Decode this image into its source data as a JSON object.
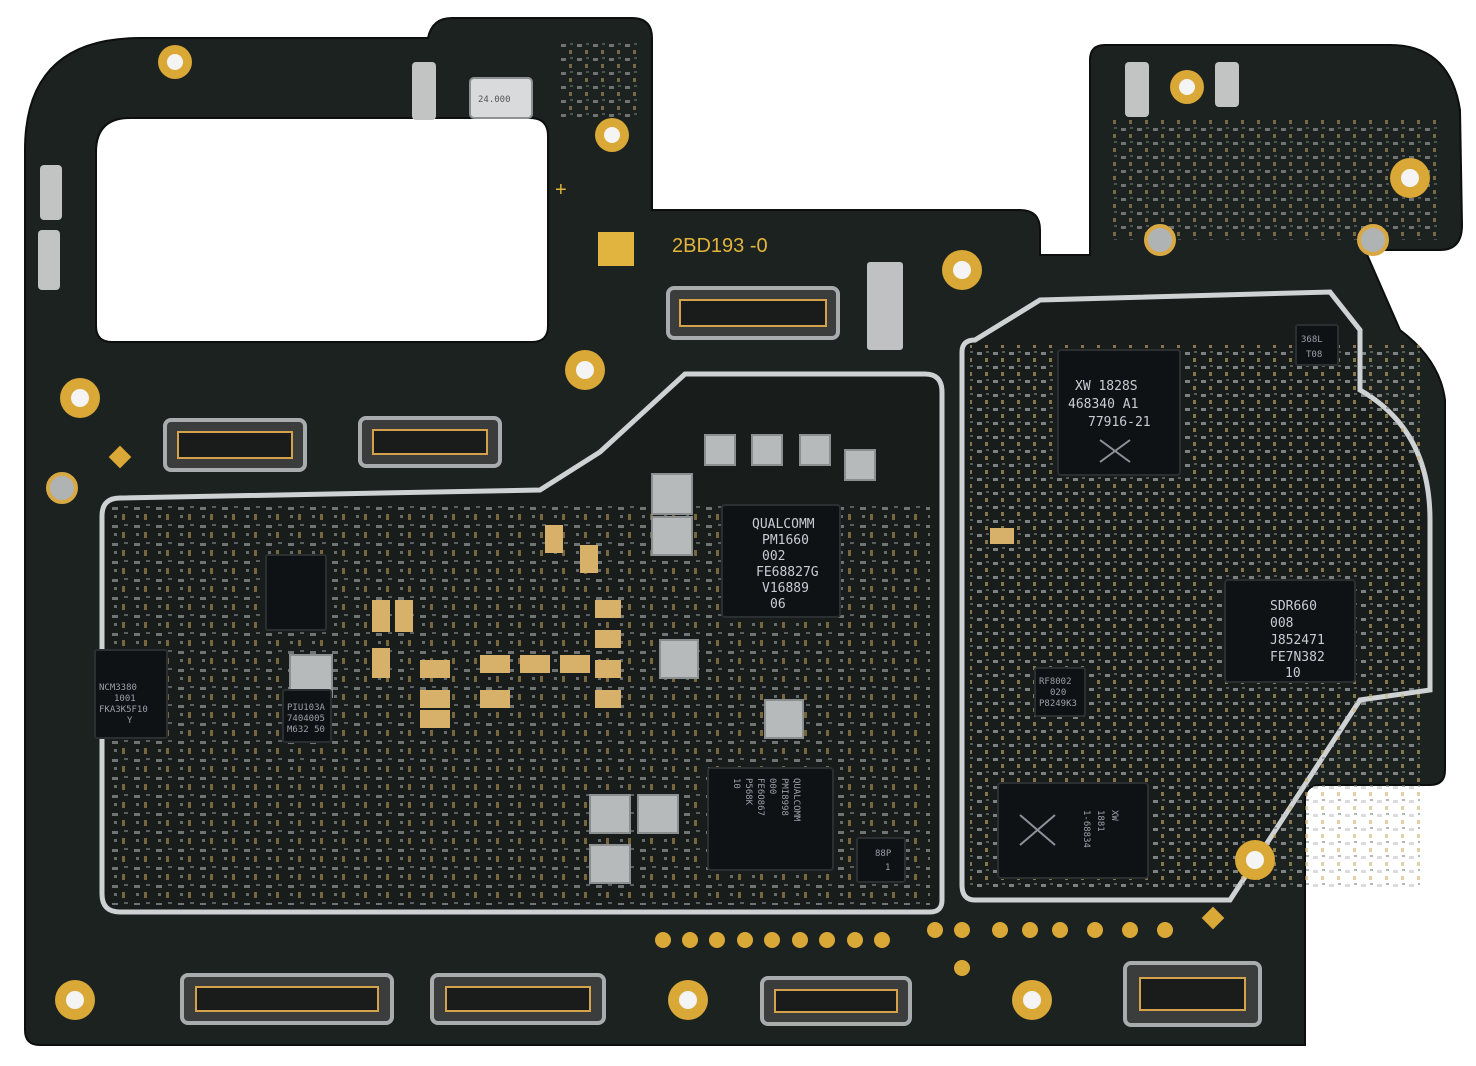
{
  "board": {
    "silkscreen_id": "2BD193   -0",
    "plus_mark": "+",
    "crystal_label": "24.000"
  },
  "chips": {
    "pmic": [
      "QUALCOMM",
      "PM1660",
      "002",
      "FE68827G",
      "V16889",
      "06"
    ],
    "xcvr": [
      "XW  1828S",
      "468340  A1",
      "77916-21"
    ],
    "sdr": [
      "SDR660",
      "008",
      "J852471",
      "FE7N382",
      "10"
    ],
    "small_368": [
      "368L",
      "T08"
    ],
    "nfc": [
      "NCM3380",
      "1001",
      "FKA3K5F10",
      "Y"
    ],
    "piu": [
      "PIU103A",
      "7404005",
      "M632  50"
    ],
    "rf": [
      "RF8002",
      "020",
      "P8249K3"
    ],
    "qcom_bottom": [
      "QUALCOMM",
      "PMI8998",
      "000",
      "FE6O867",
      "P568K",
      "10"
    ],
    "xw_bottom": [
      "XW",
      "1881",
      "1-68834"
    ],
    "pm_small": [
      "88P",
      "1"
    ]
  },
  "colors": {
    "pcb": "#1c2220",
    "pcb_dark": "#141917",
    "gold": "#d9a836",
    "silver": "#c8cbcc",
    "chip": "#0f1214"
  }
}
